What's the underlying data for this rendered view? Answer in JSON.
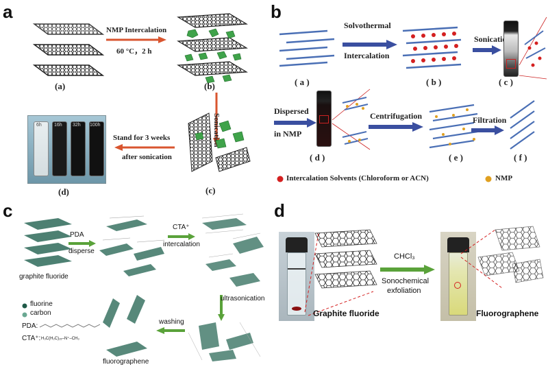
{
  "panels": {
    "a": {
      "label": "a",
      "arrow1": [
        "NMP  Intercalation",
        "60 °C，2 h"
      ],
      "arrow2": "Sonication",
      "arrow3": [
        "Stand for 3 weeks",
        "after sonication"
      ],
      "steps": [
        "(a)",
        "(b)",
        "(c)",
        "(d)"
      ],
      "vials": [
        "6h",
        "16h",
        "32h",
        "100h"
      ]
    },
    "b": {
      "label": "b",
      "arrow1": [
        "Solvothermal",
        "Intercalation"
      ],
      "arrow2": "Sonication",
      "arrow3": [
        "Dispersed",
        "in NMP"
      ],
      "arrow4": "Centrifugation",
      "arrow5": "Filtration",
      "steps": [
        "( a )",
        "( b )",
        "( c )",
        "( d )",
        "( e )",
        "( f )"
      ],
      "legend": [
        "Intercalation Solvents (Chloroform or ACN)",
        "NMP"
      ]
    },
    "c": {
      "label": "c",
      "start": "graphite fluoride",
      "arrow1": [
        "PDA",
        "disperse"
      ],
      "arrow2": [
        "CTA⁺",
        "intercalation"
      ],
      "arrow3": "ultrasonication",
      "arrow4": "washing",
      "end": "fluorographene",
      "legend": [
        "fluorine",
        "carbon"
      ],
      "pda": "PDA:",
      "cta": "CTA⁺:",
      "cta_formula": "H₃C(H₂C)₁₅–N⁺–CH₃"
    },
    "d": {
      "label": "d",
      "reagent": "CHCl₃",
      "process": [
        "Sonochemical",
        "exfoliation"
      ],
      "left": "Graphite fluoride",
      "right": "Fluorographene"
    }
  },
  "colors": {
    "arrow_red": "#d9552f",
    "arrow_blue": "#3a4fa0",
    "arrow_green": "#5aa23a",
    "sheet_green": "#2f8f3a",
    "sheet_blue": "#4a6fb5",
    "solvent_red": "#d42020",
    "nmp_gold": "#e0a020",
    "teal": "#2e6b5a"
  }
}
